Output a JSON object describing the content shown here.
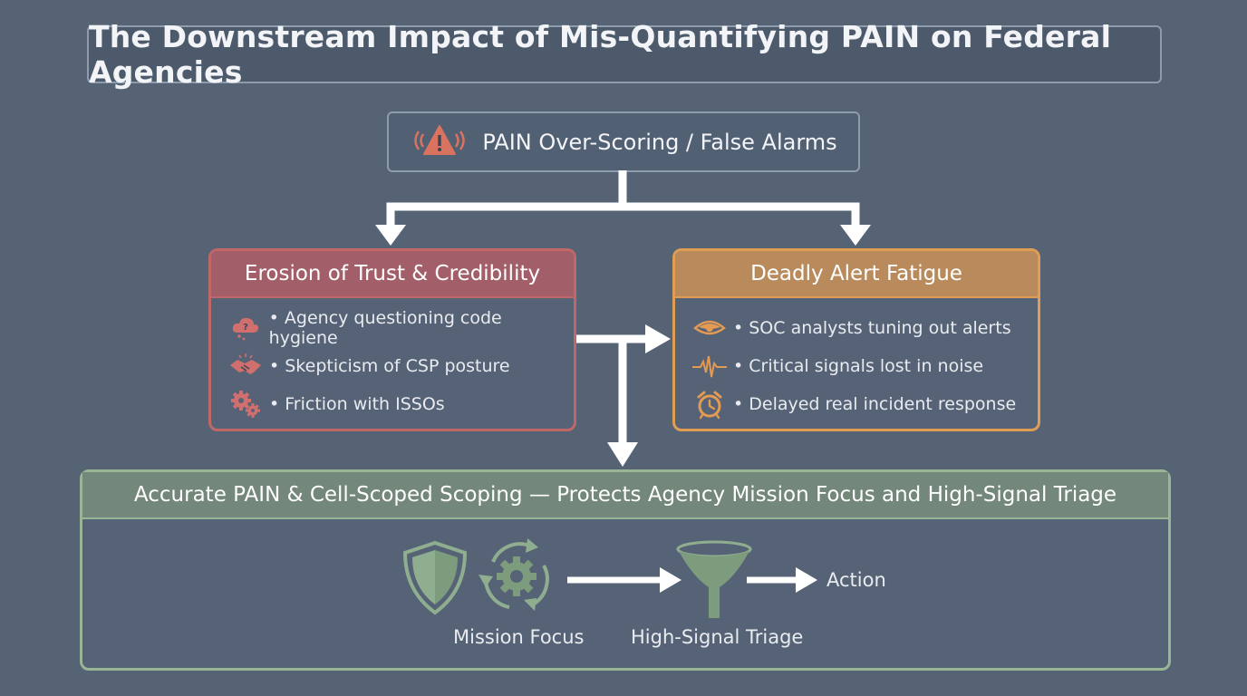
{
  "title": "The Downstream Impact of Mis-Quantifying PAIN on Federal Agencies",
  "top": {
    "label": "PAIN Over-Scoring / False Alarms",
    "icon": "alarm-warning-icon"
  },
  "left_card": {
    "title": "Erosion of Trust & Credibility",
    "color": "#c06868",
    "items": [
      {
        "icon": "question-cloud-icon",
        "text": "• Agency questioning code hygiene"
      },
      {
        "icon": "handshake-icon",
        "text": "• Skepticism of CSP posture"
      },
      {
        "icon": "gears-icon",
        "text": "• Friction with ISSOs"
      }
    ]
  },
  "right_card": {
    "title": "Deadly Alert Fatigue",
    "color": "#e09e55",
    "items": [
      {
        "icon": "eye-icon",
        "text": "• SOC analysts tuning out alerts"
      },
      {
        "icon": "heartbeat-icon",
        "text": "• Critical signals lost in noise"
      },
      {
        "icon": "alarm-clock-icon",
        "text": "• Delayed real incident response"
      }
    ]
  },
  "bottom": {
    "title": "Accurate PAIN & Cell-Scoped Scoping — Protects Agency Mission Focus and High-Signal Triage",
    "color": "#98b596",
    "mission_label": "Mission Focus",
    "triage_label": "High-Signal Triage",
    "action_label": "Action"
  }
}
